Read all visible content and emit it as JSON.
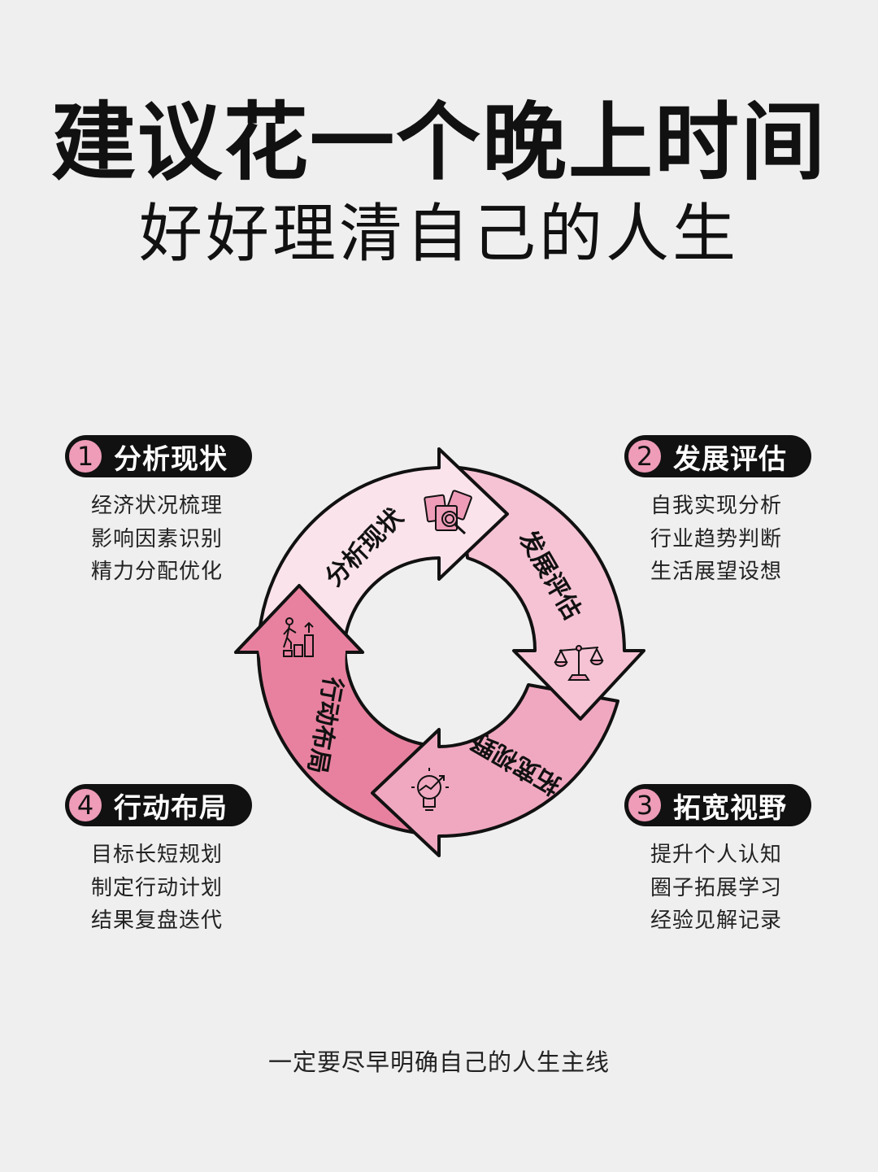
{
  "header": {
    "title": "建议花一个晚上时间",
    "subtitle": "好好理清自己的人生"
  },
  "steps": [
    {
      "number": "1",
      "label": "分析现状",
      "icon": "documents-magnifier-icon",
      "items": [
        "经济状况梳理",
        "影响因素识别",
        "精力分配优化"
      ]
    },
    {
      "number": "2",
      "label": "发展评估",
      "icon": "balance-scale-icon",
      "items": [
        "自我实现分析",
        "行业趋势判断",
        "生活展望设想"
      ]
    },
    {
      "number": "3",
      "label": "拓宽视野",
      "icon": "lightbulb-growth-icon",
      "items": [
        "提升个人认知",
        "圈子拓展学习",
        "经验见解记录"
      ]
    },
    {
      "number": "4",
      "label": "行动布局",
      "icon": "person-climbing-steps-icon",
      "items": [
        "目标长短规划",
        "制定行动计划",
        "结果复盘迭代"
      ]
    }
  ],
  "cycle": {
    "segment_labels": [
      "分析现状",
      "发展评估",
      "拓宽视野",
      "行动布局"
    ],
    "colors": {
      "segment1": "#fbe3ec",
      "segment2": "#f6c3d5",
      "segment3": "#f0a8c0",
      "segment4": "#e8819f",
      "outline": "#111111",
      "badge": "#ee9cb8"
    }
  },
  "footer": {
    "text": "一定要尽早明确自己的人生主线"
  }
}
